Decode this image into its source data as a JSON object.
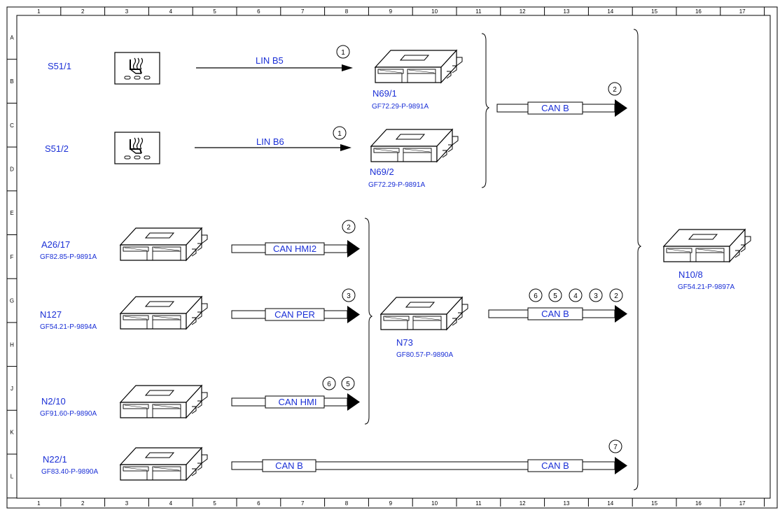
{
  "ruler": {
    "columns": [
      "1",
      "2",
      "3",
      "4",
      "5",
      "6",
      "7",
      "8",
      "9",
      "10",
      "11",
      "12",
      "13",
      "14",
      "15",
      "16",
      "17"
    ],
    "rows": [
      "A",
      "B",
      "C",
      "D",
      "E",
      "F",
      "G",
      "H",
      "J",
      "K",
      "L"
    ]
  },
  "components": {
    "s51_1": {
      "label": "S51/1",
      "icon": "seat-heater-switch-icon"
    },
    "s51_2": {
      "label": "S51/2",
      "icon": "seat-heater-switch-icon"
    },
    "n69_1": {
      "label": "N69/1",
      "code": "GF72.29-P-9891A",
      "icon": "control-unit-icon"
    },
    "n69_2": {
      "label": "N69/2",
      "code": "GF72.29-P-9891A",
      "icon": "control-unit-icon"
    },
    "a26_17": {
      "label": "A26/17",
      "code": "GF82.85-P-9891A",
      "icon": "control-unit-icon"
    },
    "n127": {
      "label": "N127",
      "code": "GF54.21-P-9894A",
      "icon": "control-unit-icon"
    },
    "n2_10": {
      "label": "N2/10",
      "code": "GF91.60-P-9890A",
      "icon": "control-unit-icon"
    },
    "n73": {
      "label": "N73",
      "code": "GF80.57-P-9890A",
      "icon": "control-unit-icon"
    },
    "n22_1": {
      "label": "N22/1",
      "code": "GF83.40-P-9890A",
      "icon": "control-unit-icon"
    },
    "n10_8": {
      "label": "N10/8",
      "code": "GF54.21-P-9897A",
      "icon": "control-unit-icon"
    }
  },
  "buses": {
    "lin_b5": {
      "label": "LIN B5",
      "markers": [
        "1"
      ]
    },
    "lin_b6": {
      "label": "LIN B6",
      "markers": [
        "1"
      ]
    },
    "can_b_top": {
      "label": "CAN B",
      "markers": [
        "2"
      ]
    },
    "can_hmi2": {
      "label": "CAN HMI2",
      "markers": [
        "2"
      ]
    },
    "can_per": {
      "label": "CAN PER",
      "markers": [
        "3"
      ]
    },
    "can_hmi": {
      "label": "CAN HMI",
      "markers": [
        "6",
        "5"
      ]
    },
    "can_b_mid": {
      "label": "CAN B",
      "markers": [
        "6",
        "5",
        "4",
        "3",
        "2"
      ]
    },
    "can_b_bottom": {
      "label_left": "CAN B",
      "label_right": "CAN B",
      "markers": [
        "7"
      ]
    }
  }
}
